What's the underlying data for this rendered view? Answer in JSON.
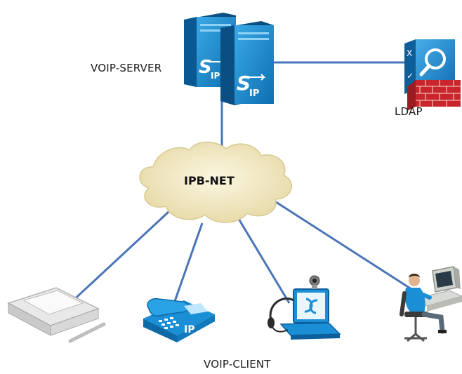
{
  "labels": {
    "server": "VOIP-SERVER",
    "ldap": "LDAP",
    "network": "IPB-NET",
    "client": "VOIP-CLIENT"
  },
  "server_badge": "IP",
  "phone_badge": "IP",
  "nodes": {
    "server": "sip-server-icon",
    "ldap": "ldap-directory-icon",
    "network": "cloud-icon",
    "clients": [
      "fax-machine-icon",
      "ip-phone-icon",
      "softphone-laptop-icon",
      "workstation-user-icon"
    ]
  },
  "colors": {
    "link": "#4a74b8",
    "server_blue": "#1f8fd0",
    "cloud_fill": "#f3ebc8",
    "ldap_red": "#c8262c",
    "phone_blue": "#1a8fd6"
  }
}
